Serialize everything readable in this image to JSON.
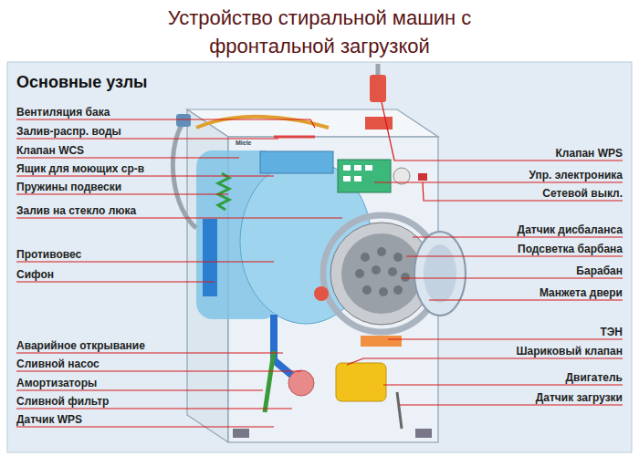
{
  "diagram": {
    "title": "Устройство стиральной машин с фронтальной загрузкой",
    "labels": [
      "Основные узлы",
      "Вентиляция бака",
      "Залив-распр. воды",
      "Клапан WCS",
      "Ящик для моющих ср-в",
      "Пружины подвески",
      "Залив на стекло люка",
      "Противовес",
      "Сифон",
      "Аварийное открывание",
      "Сливной насос",
      "Амортизаторы",
      "Сливной фильтр",
      "Датчик WPS",
      "Клапан WPS",
      "Упр. электроника",
      "Сетевой выкл.",
      "Датчик дисбаланса",
      "Подсветка барбана",
      "Барабан",
      "Манжета двери",
      "ТЭН",
      "Шариковый клапан",
      "Двигатель",
      "Датчик загрузки",
      "Miele"
    ]
  }
}
